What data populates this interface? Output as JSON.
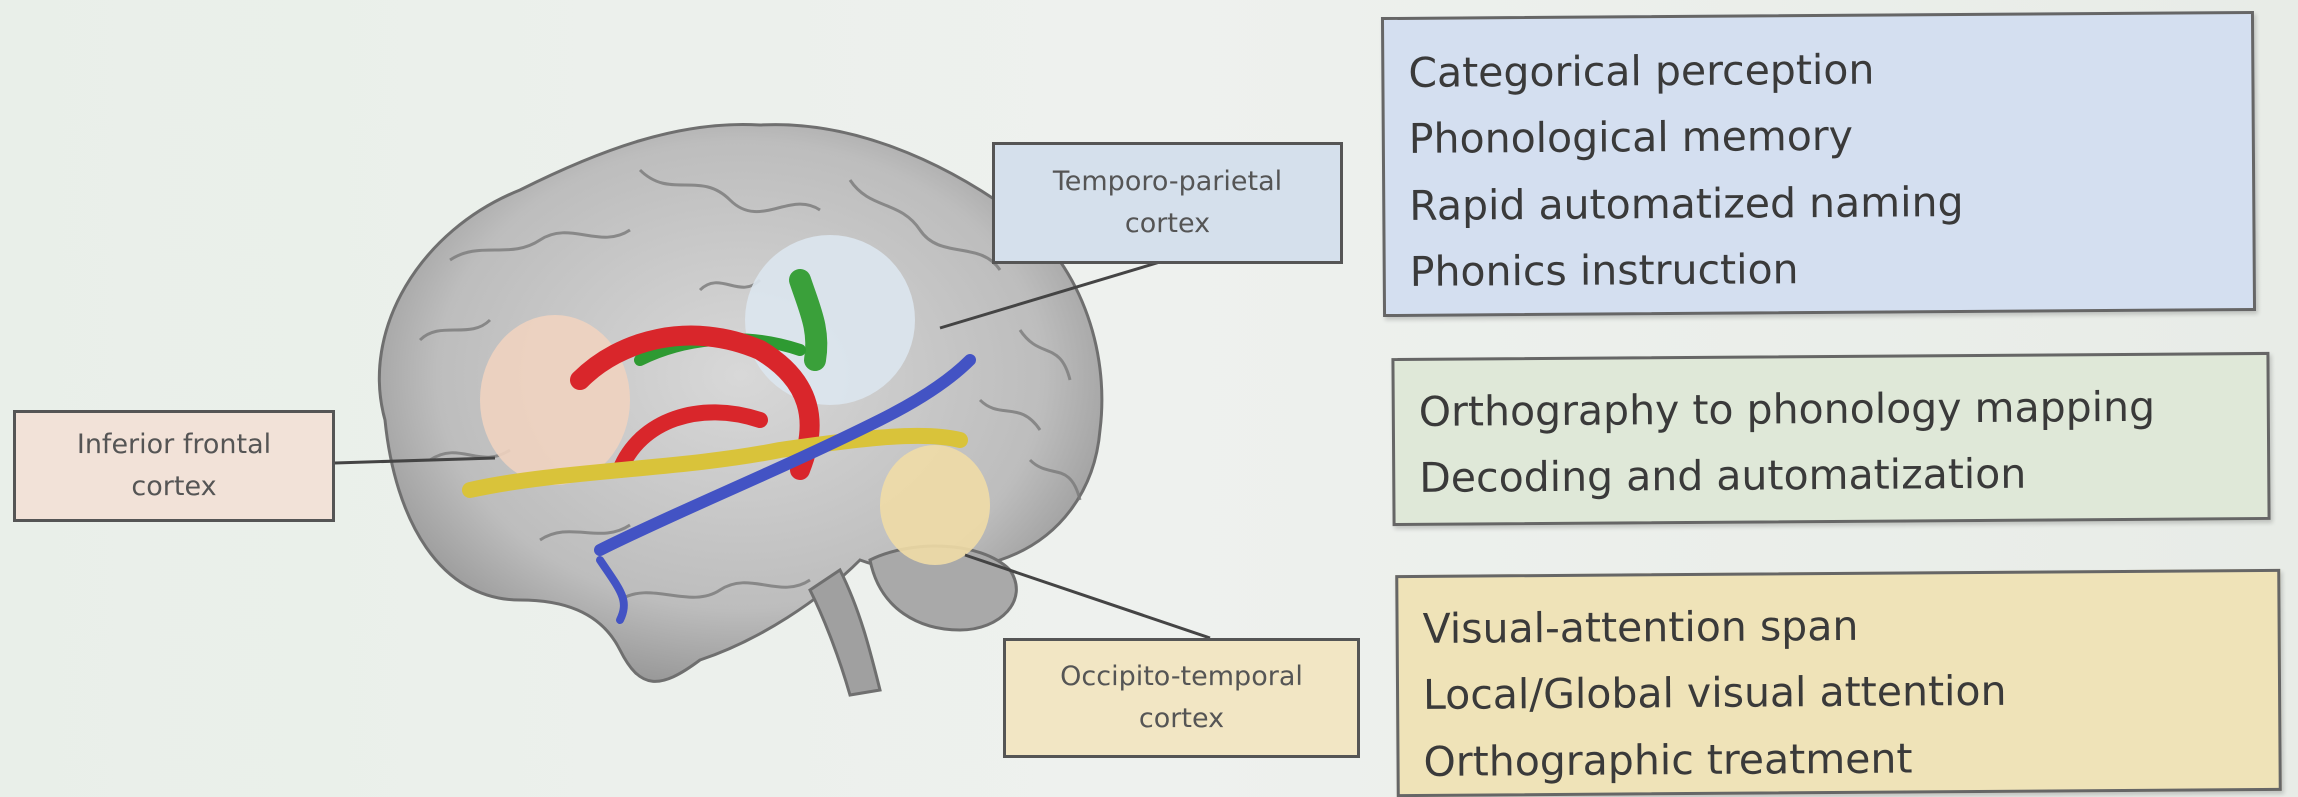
{
  "regions": [
    {
      "id": "inferior-frontal",
      "label": "Inferior frontal\ncortex",
      "color": "#f2e2d8"
    },
    {
      "id": "temporo-parietal",
      "label": "Temporo-parietal\ncortex",
      "color": "#d5e0ec"
    },
    {
      "id": "occipito-temporal",
      "label": "Occipito-temporal\ncortex",
      "color": "#f2e6c4"
    }
  ],
  "function_groups": [
    {
      "id": "phonological",
      "color": "#d4dff0",
      "items": [
        "Categorical perception",
        "Phonological memory",
        "Rapid automatized naming",
        "Phonics instruction"
      ]
    },
    {
      "id": "decoding",
      "color": "#dfe8d8",
      "items": [
        "Orthography to phonology mapping",
        "Decoding and automatization"
      ]
    },
    {
      "id": "visual",
      "color": "#efe3b8",
      "items": [
        "Visual-attention span",
        "Local/Global visual attention",
        "Orthographic treatment"
      ]
    }
  ]
}
